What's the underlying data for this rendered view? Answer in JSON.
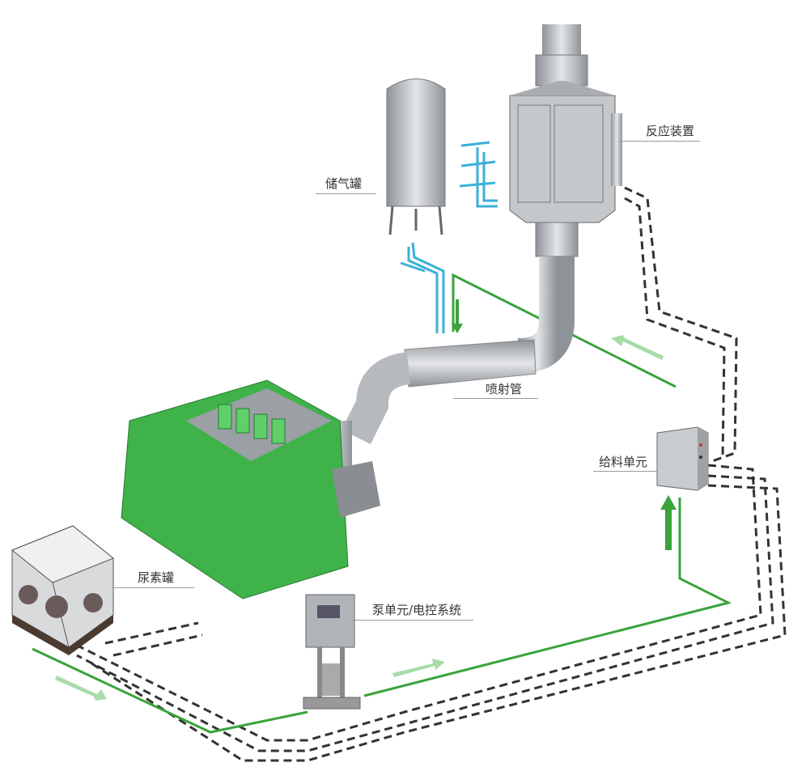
{
  "labels": {
    "reactor": "反应装置",
    "air_tank": "储气罐",
    "injection_pipe": "喷射管",
    "feed_unit": "给料单元",
    "urea_tank": "尿素罐",
    "pump_unit": "泵单元/电控系统"
  },
  "colors": {
    "urea_line": "#3aa33a",
    "air_line": "#3ab0d8",
    "signal_line": "#333333",
    "engine": "#3fb24a",
    "metal": "#b8bcc0"
  }
}
